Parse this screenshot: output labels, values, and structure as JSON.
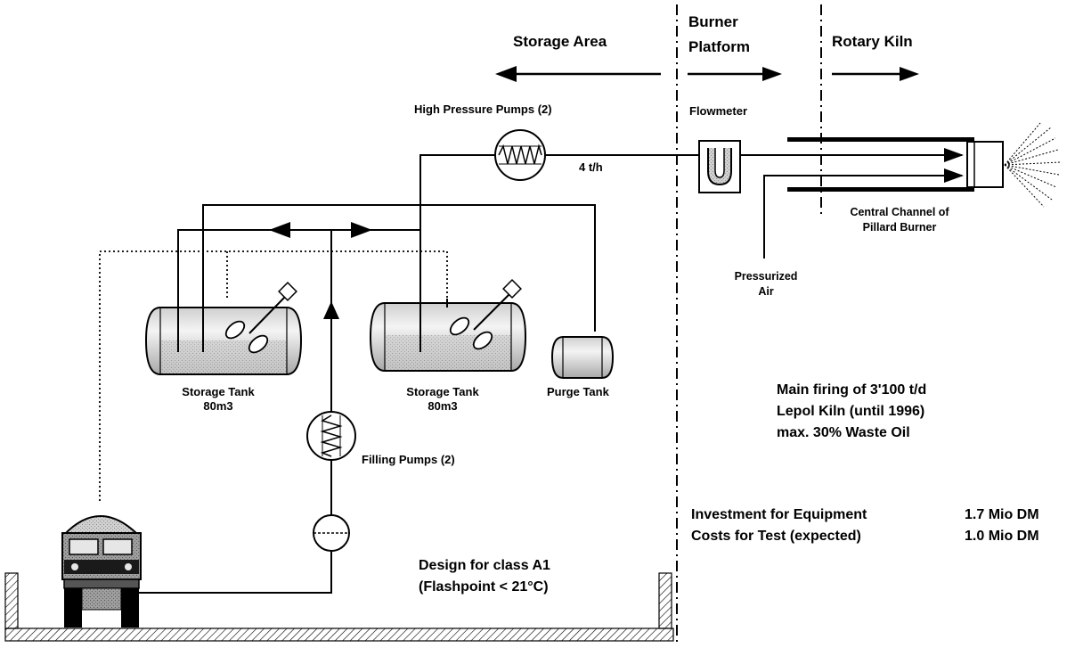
{
  "zones": {
    "storage_area": "Storage Area",
    "burner_platform_line1": "Burner",
    "burner_platform_line2": "Platform",
    "rotary_kiln": "Rotary Kiln"
  },
  "components": {
    "high_pressure_pumps": "High Pressure Pumps (2)",
    "flowmeter": "Flowmeter",
    "flow_rate": "4 t/h",
    "central_channel_line1": "Central Channel of",
    "central_channel_line2": "Pillard Burner",
    "pressurized_air_line1": "Pressurized",
    "pressurized_air_line2": "Air",
    "storage_tank_1_line1": "Storage Tank",
    "storage_tank_1_line2": "80m3",
    "storage_tank_2_line1": "Storage Tank",
    "storage_tank_2_line2": "80m3",
    "purge_tank": "Purge Tank",
    "filling_pumps": "Filling Pumps (2)"
  },
  "notes": {
    "main_firing_line1": "Main firing of 3'100 t/d",
    "main_firing_line2": "Lepol Kiln (until 1996)",
    "main_firing_line3": "max. 30% Waste Oil",
    "design_line1": "Design for class A1",
    "design_line2": "(Flashpoint < 21°C)"
  },
  "costs": {
    "rows": [
      {
        "label": "Investment for Equipment",
        "value": "1.7 Mio DM"
      },
      {
        "label": "Costs for Test (expected)",
        "value": "1.0 Mio DM"
      }
    ]
  }
}
